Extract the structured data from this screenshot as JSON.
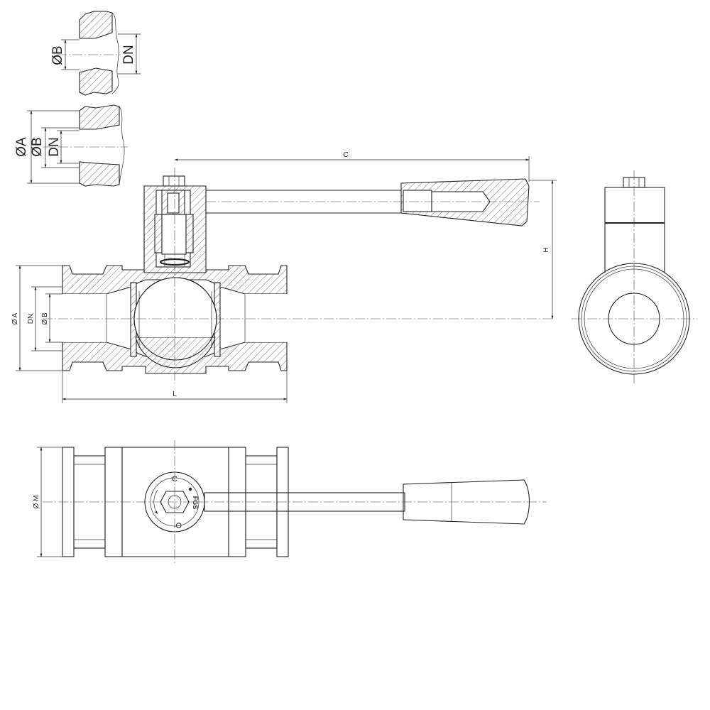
{
  "labels": {
    "detail_top": {
      "dia_b": "ØB",
      "dn": "DN"
    },
    "detail_bottom": {
      "dia_a": "ØA",
      "dia_b": "ØB",
      "dn": "DN"
    },
    "section": {
      "c": "C",
      "h": "H",
      "l": "L",
      "dia_a": "Ø A",
      "dn": "DN",
      "dia_b": "Ø B"
    },
    "plan": {
      "dia_m": "Ø M",
      "mark_closed": "C",
      "mark_open": "O",
      "brand": "FGS"
    }
  }
}
